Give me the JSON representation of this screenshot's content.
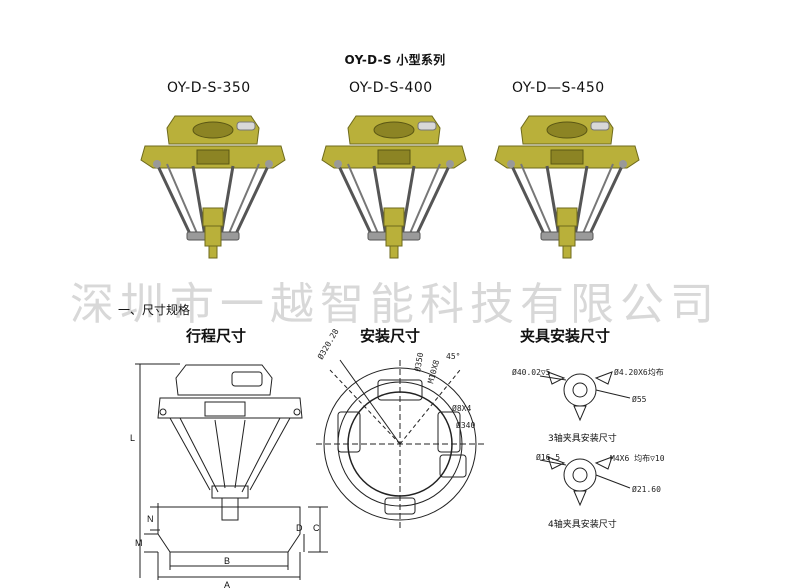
{
  "series_title": "OY-D-S 小型系列",
  "models": [
    "OY-D-S-350",
    "OY-D-S-400",
    "OY-D—S-450"
  ],
  "watermark": "深圳市一越智能科技有限公司",
  "section_heading": "一、尺寸规格",
  "subheadings": {
    "stroke": "行程尺寸",
    "install": "安装尺寸",
    "gripper": "夹具安装尺寸"
  },
  "dimension_labels": {
    "L": "L",
    "N": "N",
    "M": "M",
    "D": "D",
    "C": "C",
    "B": "B",
    "A": "A"
  },
  "install_labels": {
    "d320": "Ø320.28",
    "d350": "Ø350",
    "m10x8": "M10X8",
    "angle45": "45°",
    "d8x4": "Ø8X4",
    "d340": "Ø340"
  },
  "gripper_labels": {
    "top_left": "Ø40.02▽5",
    "top_right": "Ø4.20X6均布",
    "d55": "Ø55",
    "caption3": "3轴夹具安装尺寸",
    "bot_left": "Ø16.5",
    "m4x6": "M4X6 均布▽10",
    "d21": "Ø21.60",
    "caption4": "4轴夹具安装尺寸"
  },
  "colors": {
    "robot_body": "#b9b03a",
    "robot_shadow": "#8c8424",
    "arm": "#6f6f6f"
  }
}
